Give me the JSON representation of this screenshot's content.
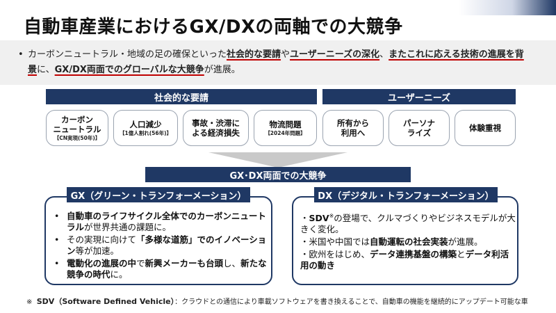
{
  "title": "自動車産業におけるGX/DXの両軸での大競争",
  "summary": {
    "bullet": "•",
    "p1": "カーボンニュートラル・地域の足の確保といった",
    "u1": "社会的な要請",
    "p2": "や",
    "u2": "ユーザーニーズの深化",
    "p3": "、",
    "u3": "またこれに応える技術の進展を背景",
    "p4": "に、",
    "u4": "GX/DX両面でのグローバルな大競争",
    "p5": "が進展。"
  },
  "categories": {
    "social": "社会的な要請",
    "user": "ユーザーニーズ"
  },
  "factors": [
    {
      "main1": "カーボン",
      "main2": "ニュートラル",
      "sub": "【CN実現(50年)】"
    },
    {
      "main1": "人口減少",
      "main2": "",
      "sub": "【1億人割れ(56年)】"
    },
    {
      "main1": "事故・渋滞に",
      "main2": "よる経済損失",
      "sub": ""
    },
    {
      "main1": "物流問題",
      "main2": "",
      "sub": "【2024年問題】"
    },
    {
      "main1": "所有から",
      "main2": "利用へ",
      "sub": ""
    },
    {
      "main1": "パーソナ",
      "main2": "ライズ",
      "sub": ""
    },
    {
      "main1": "体験重視",
      "main2": "",
      "sub": ""
    }
  ],
  "competition_banner": "GX･DX両面での大競争",
  "gx": {
    "header": "GX（グリーン・トランフォーメーション）",
    "items": [
      {
        "b1": "自動車のライフサイクル全体でのカーボンニュートラル",
        "t1": "が世界共通の課題に。"
      },
      {
        "t0": "その実現に向けて",
        "b1": "「多様な道筋」でのイノベーション",
        "t1": "等が加速。"
      },
      {
        "b1": "電動化の進展の中",
        "t1": "で",
        "b2": "新興メーカーも台頭",
        "t2": "し、",
        "b3": "新たな競争の時代",
        "t3": "に。"
      }
    ]
  },
  "dx": {
    "header": "DX（デジタル・トランフォーメーション）",
    "items": [
      {
        "lead": "・",
        "b1": "SDV",
        "sup": "※",
        "t1": "の登場で、クルマづくりやビジネスモデルが大きく変化。"
      },
      {
        "lead": "・",
        "t0": "米国や中国では",
        "b1": "自動運転の社会実装",
        "t1": "が進展。"
      },
      {
        "lead": "・",
        "t0": "欧州をはじめ、",
        "b1": "データ連携基盤の構築",
        "t1": "と",
        "b2": "データ利活用の動き",
        "t2": ""
      }
    ]
  },
  "footnote": {
    "mark": "※",
    "term": "SDV（Software Defined Vehicle）",
    "text": "：クラウドとの通信により車載ソフトウェアを書き換えることで、自動車の機能を継続的にアップデート可能な車"
  },
  "colors": {
    "navy": "#1f3864",
    "underline": "#c00000",
    "summary_bg": "#f0f0f0",
    "arrow": "#c9c9c9"
  }
}
